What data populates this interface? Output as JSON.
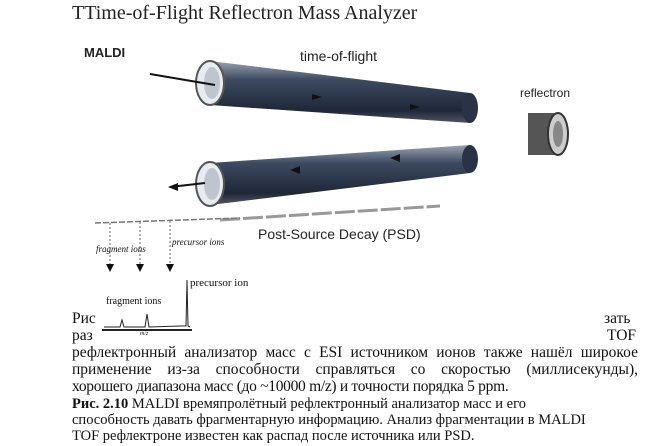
{
  "figure": {
    "title": "TTime-of-Flight Reflectron Mass Analyzer",
    "labels": {
      "source": "MALDI",
      "tof": "time-of-flight",
      "reflectron": "reflectron",
      "psd": "Post-Source Decay (PSD)",
      "fragment_ions_arrow": "fragment ions",
      "precursor_ions_arrow": "precursor ions",
      "precursor_ion_peak": "precursor ion",
      "fragment_ions_peak": "fragment ions",
      "x_axis": "m/z"
    }
  },
  "body_text": {
    "line1_left": "Рис",
    "line1_right": "зать",
    "line2_left": "раз",
    "line2_right": "TOF",
    "line3": "рефлектронный анализатор масс с ESI источником ионов также нашёл широкое",
    "line4": "применение из-за способности справляться со скоростью (миллисекунды),",
    "line5": "хорошего диапазона масс (до ~10000 m/z) и точности порядка 5 ppm."
  },
  "caption": {
    "number": "Рис. 2.10",
    "line1": " MALDI времяпролётный рефлектронный анализатор масс и его",
    "line2": "способность давать фрагментарную информацию. Анализ фрагментации в MALDI",
    "line3": "TOF рефлектроне известен как распад после источника или PSD."
  }
}
